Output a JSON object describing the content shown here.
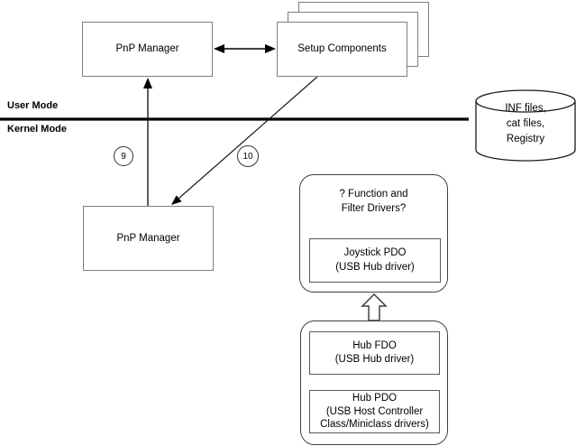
{
  "diagram": {
    "pnp_top": {
      "label": "PnP Manager"
    },
    "setup_components": {
      "label": "Setup Components"
    },
    "pnp_bottom": {
      "label": "PnP Manager"
    },
    "boundary": {
      "user_label": "User Mode",
      "kernel_label": "Kernel Mode"
    },
    "datastore": {
      "lines": [
        "INF files,",
        "cat files,",
        "Registry"
      ]
    },
    "step_badges": {
      "nine": "9",
      "ten": "10"
    },
    "function_filter": {
      "lines": [
        "? Function and",
        "Filter Drivers?"
      ]
    },
    "joystick_pdo": {
      "lines": [
        "Joystick PDO",
        "(USB Hub driver)"
      ]
    },
    "hub_fdo": {
      "lines": [
        "Hub FDO",
        "(USB Hub driver)"
      ]
    },
    "hub_pdo": {
      "lines": [
        "Hub PDO",
        "(USB Host Controller",
        "Class/Miniclass drivers)"
      ]
    },
    "colors": {
      "background": "#ffffff",
      "line": "#000000",
      "box_border": "#7f7f7f",
      "rounded_border": "#404040",
      "inner_border": "#595959"
    }
  }
}
